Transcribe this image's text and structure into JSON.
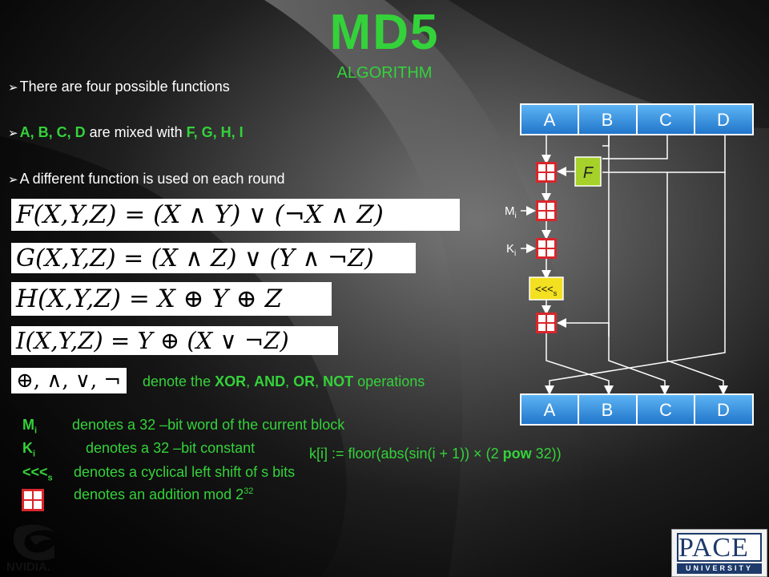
{
  "header": {
    "title": "MD5",
    "subtitle": "ALGORITHM"
  },
  "bullets": [
    {
      "parts": [
        {
          "t": "There are four possible functions",
          "hl": false
        }
      ]
    },
    {
      "parts": [
        {
          "t": "A, B, C, D",
          "hl": true
        },
        {
          "t": " are mixed with ",
          "hl": false
        },
        {
          "t": "F, G, H, I",
          "hl": true
        }
      ]
    },
    {
      "parts": [
        {
          "t": "A different function is used on each round",
          "hl": false
        }
      ]
    }
  ],
  "formulas": {
    "F": "F(X,Y,Z) = (X ∧ Y) ∨ (¬X ∧ Z)",
    "G": "G(X,Y,Z) = (X ∧ Z) ∨ (Y ∧ ¬Z)",
    "H": "H(X,Y,Z) = X ⊕ Y ⊕ Z",
    "I": "I(X,Y,Z) = Y ⊕ (X ∨ ¬Z)",
    "ops": "⊕, ∧, ∨, ¬"
  },
  "ops_note": {
    "prefix": "denote the ",
    "xor": "XOR",
    "and": "AND",
    "or": "OR",
    "not": "NOT",
    "sep": ",  ",
    "suffix": " operations"
  },
  "definitions": {
    "m_label": "M",
    "m_sub": "i",
    "m_text": "denotes a 32 –bit  word of the current block",
    "k_label": "K",
    "k_sub": "i",
    "k_text": "denotes a 32 –bit  constant",
    "s_label": "<<<",
    "s_sub": "s",
    "s_text": "denotes a cyclical left shift of s bits",
    "add_text": "denotes an addition mod 2",
    "add_sup": "32"
  },
  "k_formula": {
    "pre": "k[i] := floor(abs(sin(i + 1)) × (2 ",
    "pow": "pow",
    "post": " 32))"
  },
  "diagram": {
    "top_registers": [
      "A",
      "B",
      "C",
      "D"
    ],
    "bottom_registers": [
      "A",
      "B",
      "C",
      "D"
    ],
    "func_box": "F",
    "m_label": "M",
    "m_sub": "i",
    "k_label": "K",
    "k_sub": "i",
    "shift_label": "<<<",
    "shift_sub": "s"
  },
  "logos": {
    "nvidia": "NVIDIA.",
    "pace_word": "PACE",
    "pace_sub": "UNIVERSITY"
  },
  "colors": {
    "accent": "#34d23a",
    "register": "#2f8fe0",
    "adder": "#d9262c",
    "func": "#a6d12a"
  }
}
